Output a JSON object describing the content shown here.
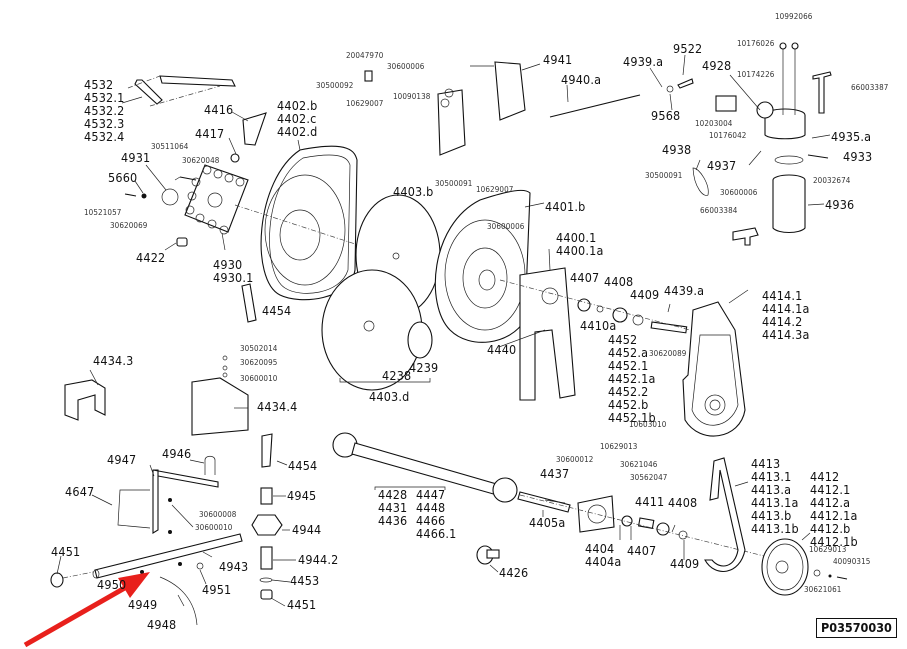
{
  "diagram": {
    "title": "Exploded parts diagram - blower / seed distribution assembly",
    "reference_code": "P03570030",
    "highlight_arrow": {
      "color": "#e8201c",
      "points_to": "4949"
    },
    "labels": {
      "l4532": [
        "4532",
        "4532.1",
        "4532.2",
        "4532.3",
        "4532.4"
      ],
      "l4416": "4416",
      "l4417": "4417",
      "l4402": [
        "4402.b",
        "4402.c",
        "4402.d"
      ],
      "l30511064": "30511064",
      "l30620048": "30620048",
      "l4931": "4931",
      "l5660": "5660",
      "l10521057": "10521057",
      "l30620069": "30620069",
      "l4422": "4422",
      "l4930": [
        "4930",
        "4930.1"
      ],
      "l4454a": "4454",
      "l20047970": "20047970",
      "l30600006a": "30600006",
      "l30500092": "30500092",
      "l10629007a": "10629007",
      "l10090138": "10090138",
      "l4941": "4941",
      "l4940a": "4940.a",
      "l4403b": "4403.b",
      "l30500091a": "30500091",
      "l10629007b": "10629007",
      "l30600006b": "30600006",
      "l4401b": "4401.b",
      "l4400": [
        "4400.1",
        "4400.1a"
      ],
      "l4939a": "4939.a",
      "l9522": "9522",
      "l9568": "9568",
      "l4928": "4928",
      "l10992066": "10992066",
      "l10176026": "10176026",
      "l10174226": "10174226",
      "l66003387": "66003387",
      "l10203004": "10203004",
      "l10176042": "10176042",
      "l4935a": "4935.a",
      "l4938": "4938",
      "l4937": "4937",
      "l4933": "4933",
      "l30500091b": "30500091",
      "l30600006c": "30600006",
      "l20032674": "20032674",
      "l66003384": "66003384",
      "l4936": "4936",
      "l4407a": "4407",
      "l4408a": "4408",
      "l4409a": "4409",
      "l4439a": "4439.a",
      "l4410a": "4410a",
      "l4440": "4440",
      "l4452": [
        "4452",
        "4452.a",
        "4452.1",
        "4452.1a",
        "4452.2",
        "4452.b",
        "4452.1b"
      ],
      "l30620089": "30620089",
      "l10603010": "10603010",
      "l4414": [
        "4414.1",
        "4414.1a",
        "4414.2",
        "4414.3a"
      ],
      "l4238": "4238",
      "l4239": "4239",
      "l4403d": "4403.d",
      "l4434_3": "4434.3",
      "l30502014": "30502014",
      "l30620095": "30620095",
      "l30600010a": "30600010",
      "l4434_4": "4434.4",
      "l4947": "4947",
      "l4946": "4946",
      "l4647": "4647",
      "l30600008": "30600008",
      "l30600010b": "30600010",
      "l4451a": "4451",
      "l4943": "4943",
      "l4950": "4950",
      "l4949": "4949",
      "l4951": "4951",
      "l4948": "4948",
      "l4454b": "4454",
      "l4945": "4945",
      "l4944": "4944",
      "l4944_2": "4944.2",
      "l4453": "4453",
      "l4451b": "4451",
      "l4428col1": [
        "4428",
        "4431",
        "4436"
      ],
      "l4428col2": [
        "4447",
        "4448",
        "4466",
        "4466.1"
      ],
      "l4437": "4437",
      "l4405a": "4405a",
      "l4426": "4426",
      "l30600012": "30600012",
      "l10629013a": "10629013",
      "l30621046": "30621046",
      "l30562047": "30562047",
      "l4404": [
        "4404",
        "4404a"
      ],
      "l4411": "4411",
      "l4407b": "4407",
      "l4408b": "4408",
      "l4409b": "4409",
      "l4413": [
        "4413",
        "4413.1",
        "4413.a",
        "4413.1a",
        "4413.b",
        "4413.1b"
      ],
      "l4412": [
        "4412",
        "4412.1",
        "4412.a",
        "4412.1a",
        "4412.b",
        "4412.1b"
      ],
      "l10629013b": "10629013",
      "l40090315": "40090315",
      "l30621061": "30621061"
    }
  }
}
